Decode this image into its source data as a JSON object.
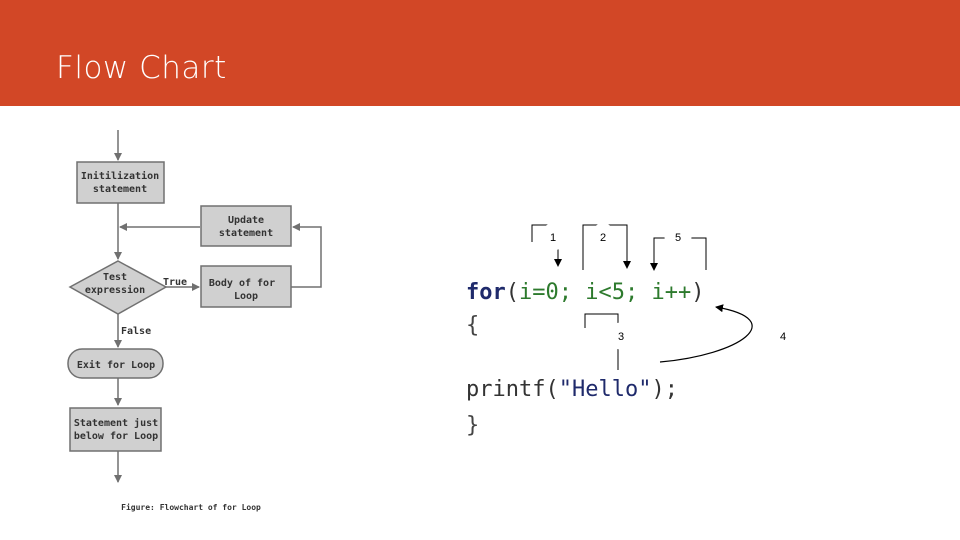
{
  "slide": {
    "title": "Flow Chart"
  },
  "flowchart": {
    "init": [
      "Initilization",
      "statement"
    ],
    "update": [
      "Update",
      "statement"
    ],
    "test": [
      "Test",
      "expression"
    ],
    "body": [
      "Body of for",
      "Loop"
    ],
    "true_label": "True",
    "false_label": "False",
    "exit": "Exit for Loop",
    "after": [
      "Statement just",
      "below for Loop"
    ],
    "caption": "Figure: Flowchart of for Loop"
  },
  "code": {
    "kw": "for",
    "open": "(",
    "init": "i=0;",
    "cond": "i<5;",
    "incr": "i++",
    "close": ")",
    "brace_open": "{",
    "stmt_fn": "printf",
    "stmt_open": "(",
    "stmt_str": "\"Hello\"",
    "stmt_close": ");",
    "brace_close": "}"
  },
  "markers": {
    "m1": "1",
    "m2": "2",
    "m3": "3",
    "m4": "4",
    "m5": "5"
  }
}
